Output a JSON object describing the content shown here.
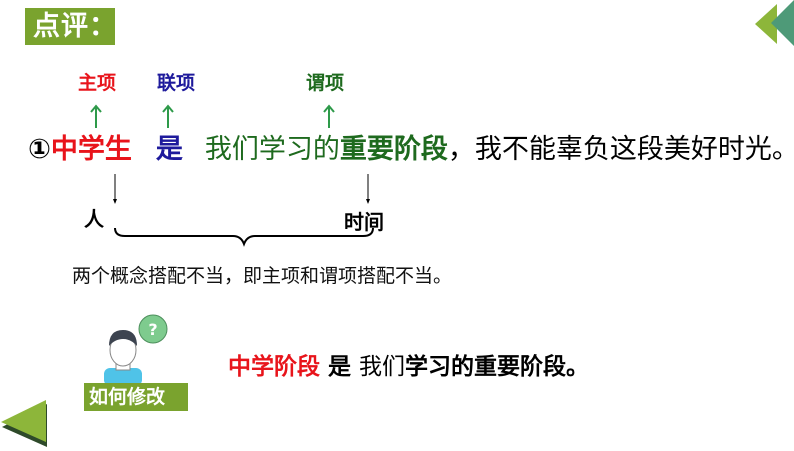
{
  "header": {
    "title": "点评：",
    "nav_icon": "double-chevron-left-icon"
  },
  "labels": {
    "subject": {
      "text": "主项",
      "color": "#e8141b"
    },
    "copula": {
      "text": "联项",
      "color": "#1e1a9c"
    },
    "predicate": {
      "text": "谓项",
      "color": "#1e6a1e"
    }
  },
  "sentence": {
    "number": "①",
    "subject": "中学生",
    "copula": "是",
    "predicate_plain": "我们学习的",
    "predicate_bold": "重要阶段",
    "rest": "，我不能辜负这段美好时光。"
  },
  "concepts": {
    "left": "人",
    "right": "时间"
  },
  "explanation": "两个概念搭配不当，即主项和谓项搭配不当。",
  "correction": {
    "subject": "中学阶段",
    "copula": "是",
    "plain": "我们",
    "bold": "学习的重要阶段。"
  },
  "how_to_fix": {
    "label": "如何修改",
    "bubble": "?",
    "avatar_icon": "person-question-icon"
  },
  "colors": {
    "accent_green": "#7aa32e",
    "arrow_green": "#2e9a4a",
    "subject_red": "#e8141b",
    "copula_blue": "#1e1a9c",
    "predicate_green": "#1e6a1e"
  }
}
